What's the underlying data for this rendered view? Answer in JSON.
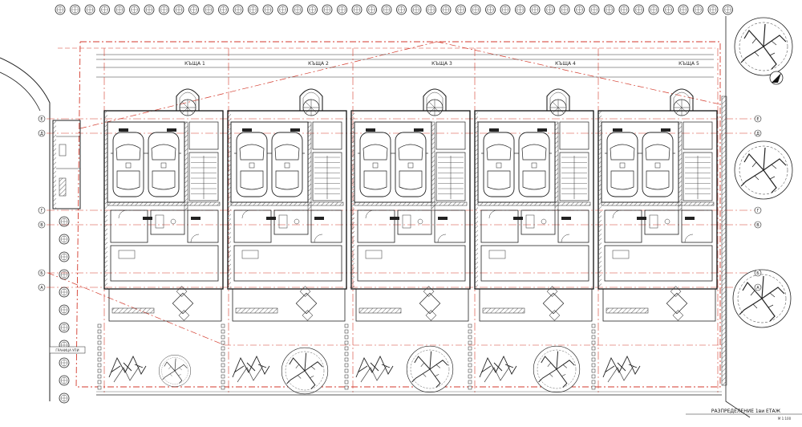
{
  "drawing": {
    "houses": [
      {
        "label": "КЪЩА 1"
      },
      {
        "label": "КЪЩА 2"
      },
      {
        "label": "КЪЩА 3"
      },
      {
        "label": "КЪЩА 4"
      },
      {
        "label": "КЪЩА 5"
      }
    ],
    "grid_axes_left": [
      "Е",
      "Д",
      "Г",
      "В",
      "Б",
      "А"
    ],
    "title_block": "РАЗПРЕДЕЛЕНИЕ 1ви ЕТАЖ",
    "title_scale": "М 1:100",
    "boundary_tag": "ГРАНИЦА УПИ",
    "colors": {
      "line": "#1a1a1a",
      "axis_red": "#d33a2c",
      "hatch": "#555555"
    },
    "icons": [
      "car-icon",
      "tree-icon",
      "shrub-icon",
      "north-arrow-icon",
      "stair-icon",
      "patio-table-icon"
    ]
  }
}
